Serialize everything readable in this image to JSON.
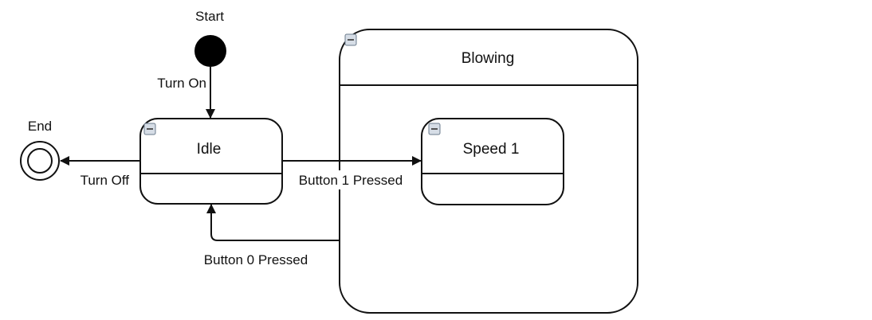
{
  "initial_state": {
    "label": "Start"
  },
  "final_state": {
    "label": "End"
  },
  "states": {
    "idle": {
      "name": "Idle"
    },
    "blowing": {
      "name": "Blowing"
    },
    "speed1": {
      "name": "Speed 1"
    }
  },
  "transitions": {
    "turn_on": "Turn On",
    "turn_off": "Turn Off",
    "button1": "Button 1 Pressed",
    "button0": "Button 0 Pressed"
  },
  "colors": {
    "stroke": "#111111",
    "fill": "#ffffff",
    "initial_fill": "#000000",
    "collapse_icon": "#d6dde6"
  }
}
